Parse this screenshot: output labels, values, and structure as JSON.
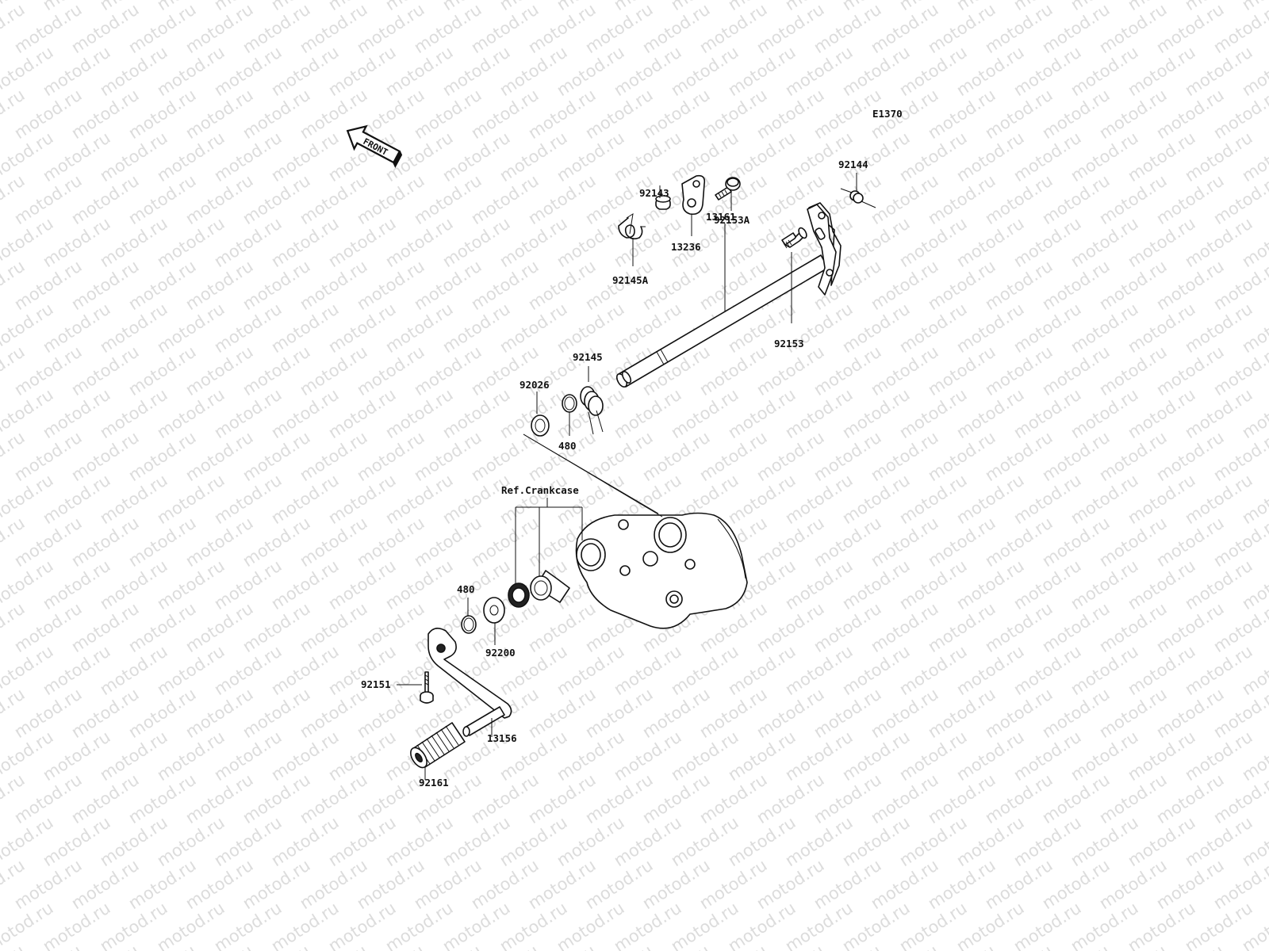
{
  "watermark": "motod.ru",
  "diagram_code": "E1370",
  "front_label": "FRONT",
  "reference_label": "Ref.Crankcase",
  "parts": {
    "p92144": "92144",
    "p92143": "92143",
    "p92153A": "92153A",
    "p13236": "13236",
    "p92145A": "92145A",
    "p13161": "13161",
    "p92153": "92153",
    "p92145": "92145",
    "p92026": "92026",
    "p480a": "480",
    "p480b": "480",
    "p92200": "92200",
    "p92151": "92151",
    "p13156": "13156",
    "p92161": "92161"
  }
}
